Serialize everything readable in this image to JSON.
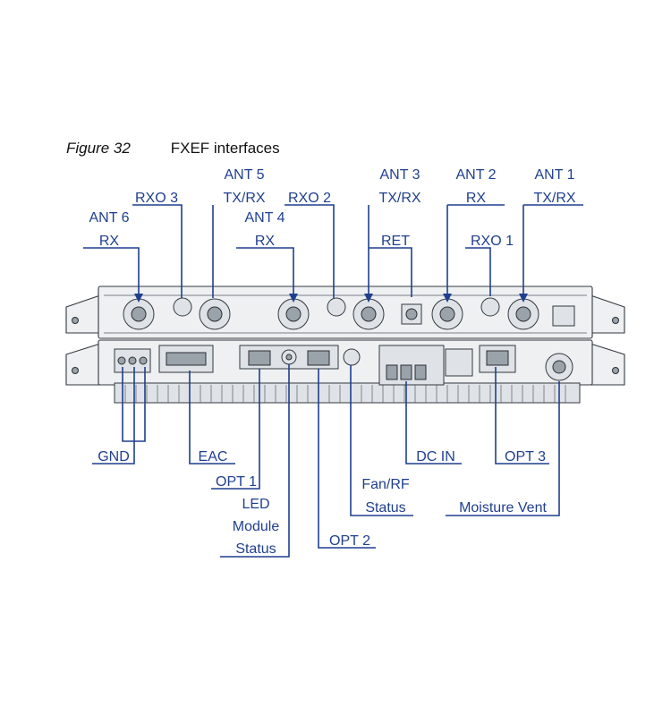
{
  "caption": {
    "figure_number": "Figure 32",
    "title": "FXEF interfaces"
  },
  "top_labels": {
    "ant6": [
      "ANT 6",
      "RX"
    ],
    "rxo3": [
      "RXO 3"
    ],
    "ant5": [
      "ANT 5",
      "TX/RX"
    ],
    "ant4": [
      "ANT 4",
      "RX"
    ],
    "rxo2": [
      "RXO 2"
    ],
    "ant3": [
      "ANT 3",
      "TX/RX"
    ],
    "ret": [
      "RET"
    ],
    "ant2": [
      "ANT 2",
      "RX"
    ],
    "rxo1": [
      "RXO 1"
    ],
    "ant1": [
      "ANT 1",
      "TX/RX"
    ]
  },
  "bottom_labels": {
    "gnd": [
      "GND"
    ],
    "eac": [
      "EAC"
    ],
    "opt1": [
      "OPT 1"
    ],
    "led": [
      "LED",
      "Module",
      "Status"
    ],
    "opt2": [
      "OPT 2"
    ],
    "fan": [
      "Fan/RF",
      "Status"
    ],
    "dcin": [
      "DC IN"
    ],
    "opt3": [
      "OPT 3"
    ],
    "vent": [
      "Moisture Vent"
    ]
  },
  "colors": {
    "callout": "#1f3f8f",
    "device_outline": "#33393f"
  }
}
